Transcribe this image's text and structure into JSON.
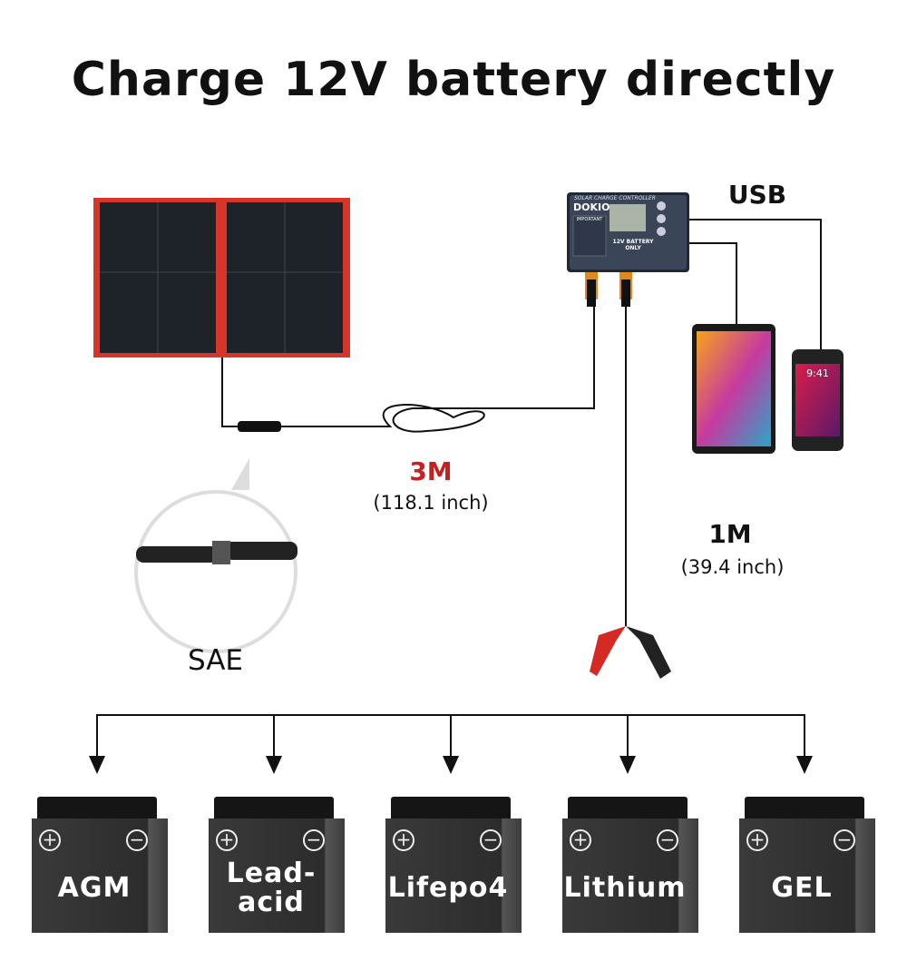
{
  "title": "Charge 12V battery directly",
  "controller": {
    "header": "SOLAR CHARGE CONTROLLER",
    "brand": "DOKIO",
    "warning": "IMPORTANT",
    "battery_note": "12V BATTERY ONLY"
  },
  "labels": {
    "usb": "USB",
    "cable_solar_length": "3M",
    "cable_solar_inch": "(118.1 inch)",
    "cable_battery_length": "1M",
    "cable_battery_inch": "(39.4 inch)",
    "connector": "SAE",
    "phone_time": "9:41"
  },
  "colors": {
    "accent_red": "#c8201f",
    "panel_border": "#d8352a",
    "battery": "#333333"
  },
  "batteries": [
    {
      "line1": "AGM",
      "line2": ""
    },
    {
      "line1": "Lead-",
      "line2": "acid"
    },
    {
      "line1": "Lifepo4",
      "line2": ""
    },
    {
      "line1": "Lithium",
      "line2": ""
    },
    {
      "line1": "GEL",
      "line2": ""
    }
  ]
}
